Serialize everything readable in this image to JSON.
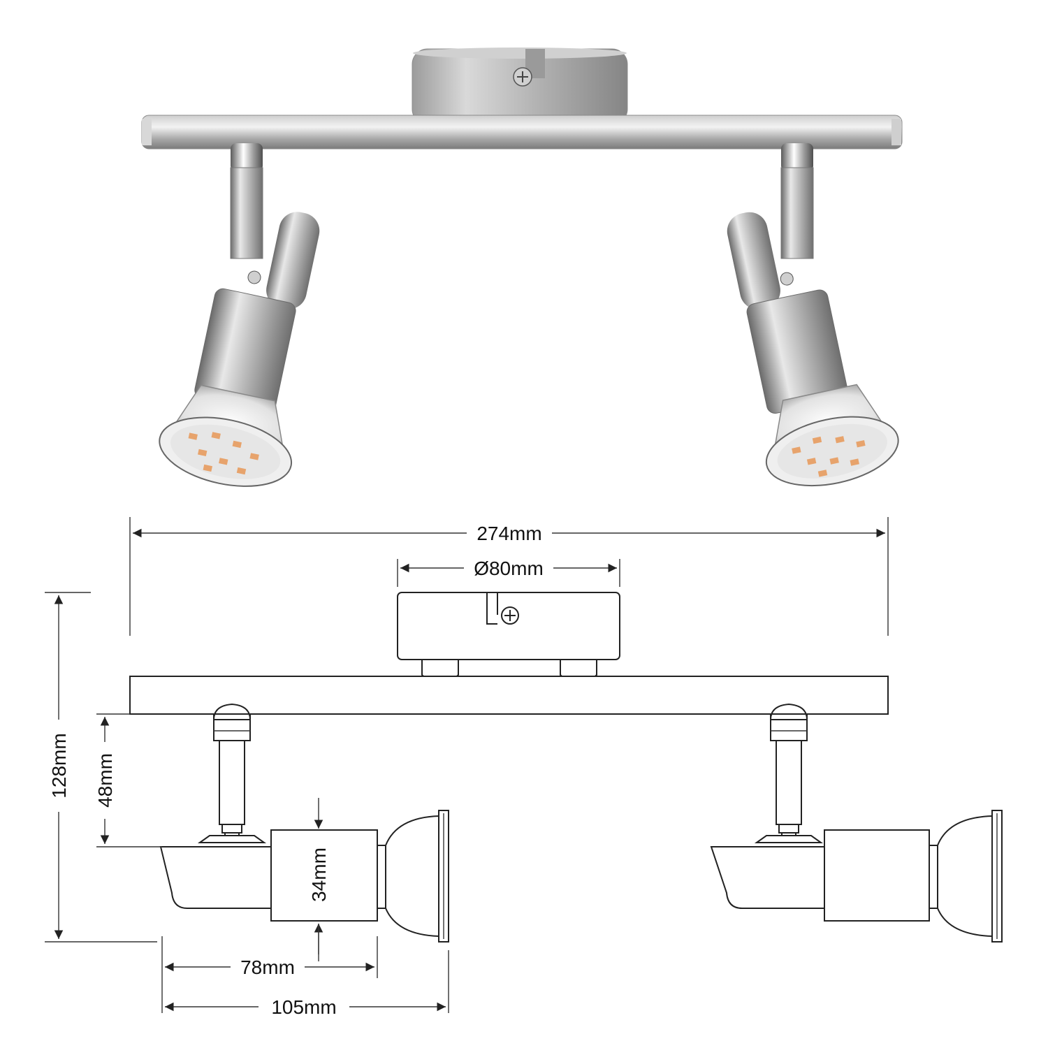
{
  "dimensions": {
    "total_width": "274mm",
    "canopy_diameter": "Ø80mm",
    "total_height": "128mm",
    "arm_height": "48mm",
    "head_diameter": "34mm",
    "head_length": "78mm",
    "head_total_length": "105mm"
  },
  "colors": {
    "metal_light": "#e6e6e6",
    "metal_mid": "#b9b9b9",
    "metal_dark": "#6e6e6e",
    "chrome": "#d8d8d8",
    "glass": "#f3f3f3",
    "led": "#e7a36c",
    "line": "#222222"
  },
  "icons": [
    "screw-icon",
    "led-bulb-icon"
  ]
}
